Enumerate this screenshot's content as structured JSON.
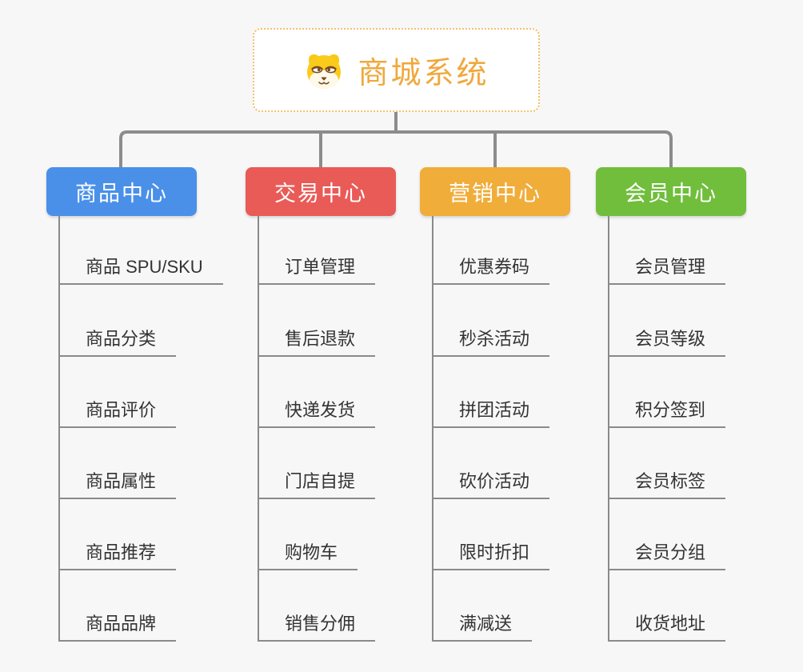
{
  "root": {
    "title": "商城系统",
    "icon": "shiba-dog-icon"
  },
  "branches": [
    {
      "label": "商品中心",
      "color": "#4A90E9",
      "children": [
        "商品 SPU/SKU",
        "商品分类",
        "商品评价",
        "商品属性",
        "商品推荐",
        "商品品牌"
      ]
    },
    {
      "label": "交易中心",
      "color": "#E95B57",
      "children": [
        "订单管理",
        "售后退款",
        "快递发货",
        "门店自提",
        "购物车",
        "销售分佣"
      ]
    },
    {
      "label": "营销中心",
      "color": "#F0AD3A",
      "children": [
        "优惠券码",
        "秒杀活动",
        "拼团活动",
        "砍价活动",
        "限时折扣",
        "满减送"
      ]
    },
    {
      "label": "会员中心",
      "color": "#70BE3C",
      "children": [
        "会员管理",
        "会员等级",
        "积分签到",
        "会员标签",
        "会员分组",
        "收货地址"
      ]
    }
  ],
  "colors": {
    "background": "#F7F7F7",
    "connector": "#8C8C8C",
    "leaf_line": "#8A8A8A",
    "root_border": "#F4C06B",
    "root_text": "#F0A83C",
    "leaf_text": "#333333"
  }
}
